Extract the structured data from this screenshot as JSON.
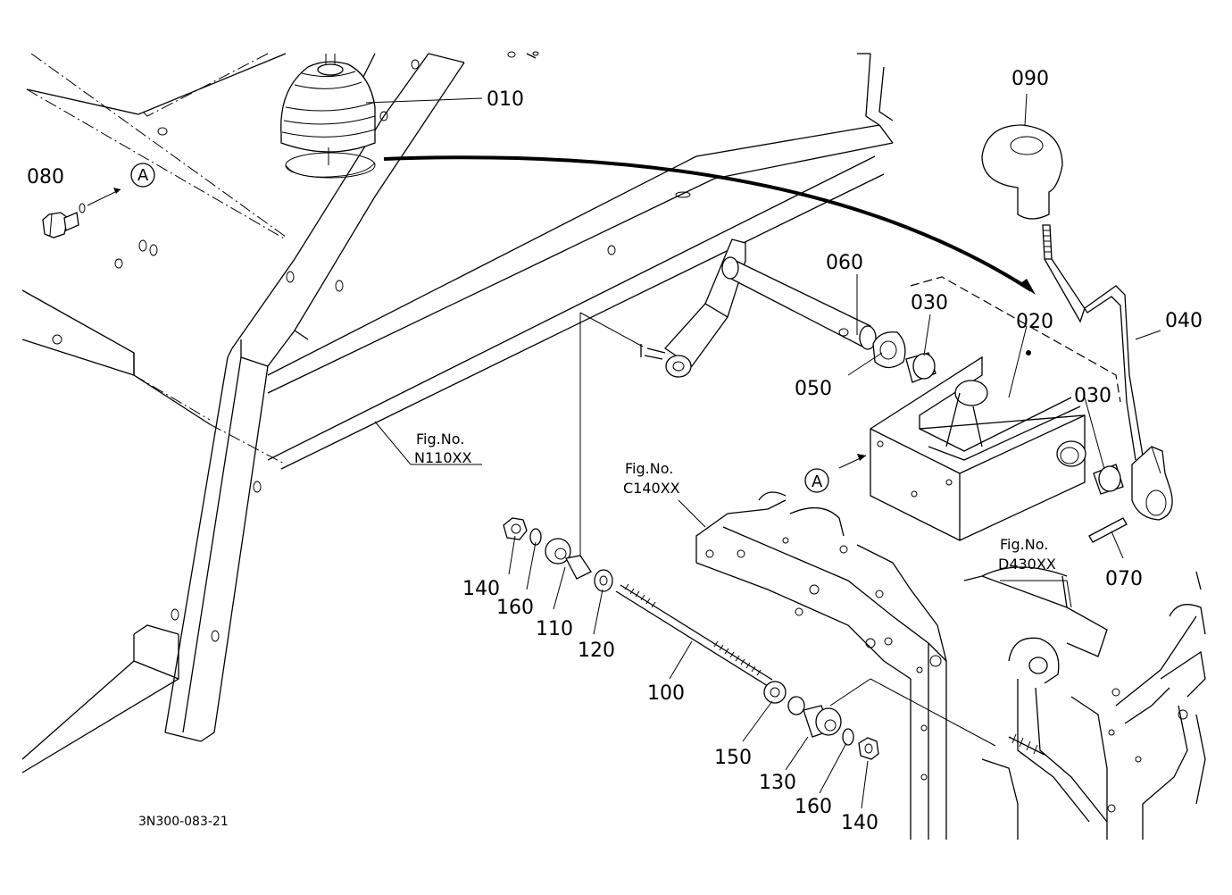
{
  "parts": [
    {
      "id": "p010",
      "number": "010"
    },
    {
      "id": "p020",
      "number": "020"
    },
    {
      "id": "p030a",
      "number": "030"
    },
    {
      "id": "p030b",
      "number": "030"
    },
    {
      "id": "p040",
      "number": "040"
    },
    {
      "id": "p050",
      "number": "050"
    },
    {
      "id": "p060",
      "number": "060"
    },
    {
      "id": "p070",
      "number": "070"
    },
    {
      "id": "p080",
      "number": "080"
    },
    {
      "id": "p090",
      "number": "090"
    },
    {
      "id": "p100",
      "number": "100"
    },
    {
      "id": "p110",
      "number": "110"
    },
    {
      "id": "p120",
      "number": "120"
    },
    {
      "id": "p130",
      "number": "130"
    },
    {
      "id": "p140a",
      "number": "140"
    },
    {
      "id": "p140b",
      "number": "140"
    },
    {
      "id": "p150",
      "number": "150"
    },
    {
      "id": "p160a",
      "number": "160"
    },
    {
      "id": "p160b",
      "number": "160"
    }
  ],
  "figure_refs": [
    {
      "id": "n110",
      "prefix": "Fig.No.",
      "code": "N110XX"
    },
    {
      "id": "c140",
      "prefix": "Fig.No.",
      "code": "C140XX"
    },
    {
      "id": "d430",
      "prefix": "Fig.No.",
      "code": "D430XX"
    }
  ],
  "markers": {
    "a1": "A",
    "a2": "A"
  },
  "drawing_number": "3N300-083-21"
}
